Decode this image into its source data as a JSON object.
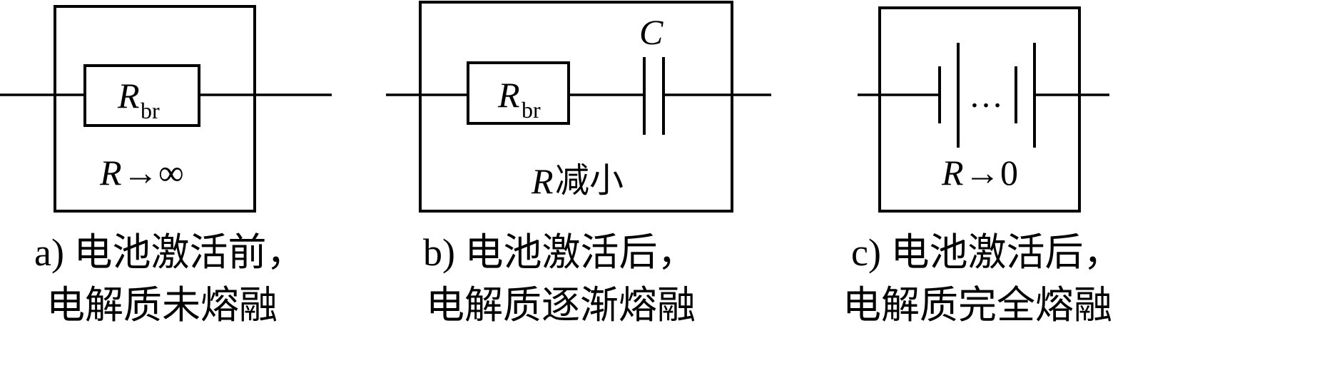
{
  "panel_a": {
    "component_symbol": "R",
    "component_subscript": "br",
    "state_symbol": "R",
    "state_relation": "→∞",
    "caption_line1": "a) 电池激活前，",
    "caption_line2": "电解质未熔融"
  },
  "panel_b": {
    "component_symbol": "R",
    "component_subscript": "br",
    "capacitor_label": "C",
    "state_symbol": "R",
    "state_relation": "减小",
    "caption_line1": "b) 电池激活后，",
    "caption_line2": "电解质逐渐熔融"
  },
  "panel_c": {
    "cells_ellipsis": "…",
    "state_symbol": "R",
    "state_relation": "→0",
    "caption_line1": "c) 电池激活后，",
    "caption_line2": "电解质完全熔融"
  }
}
